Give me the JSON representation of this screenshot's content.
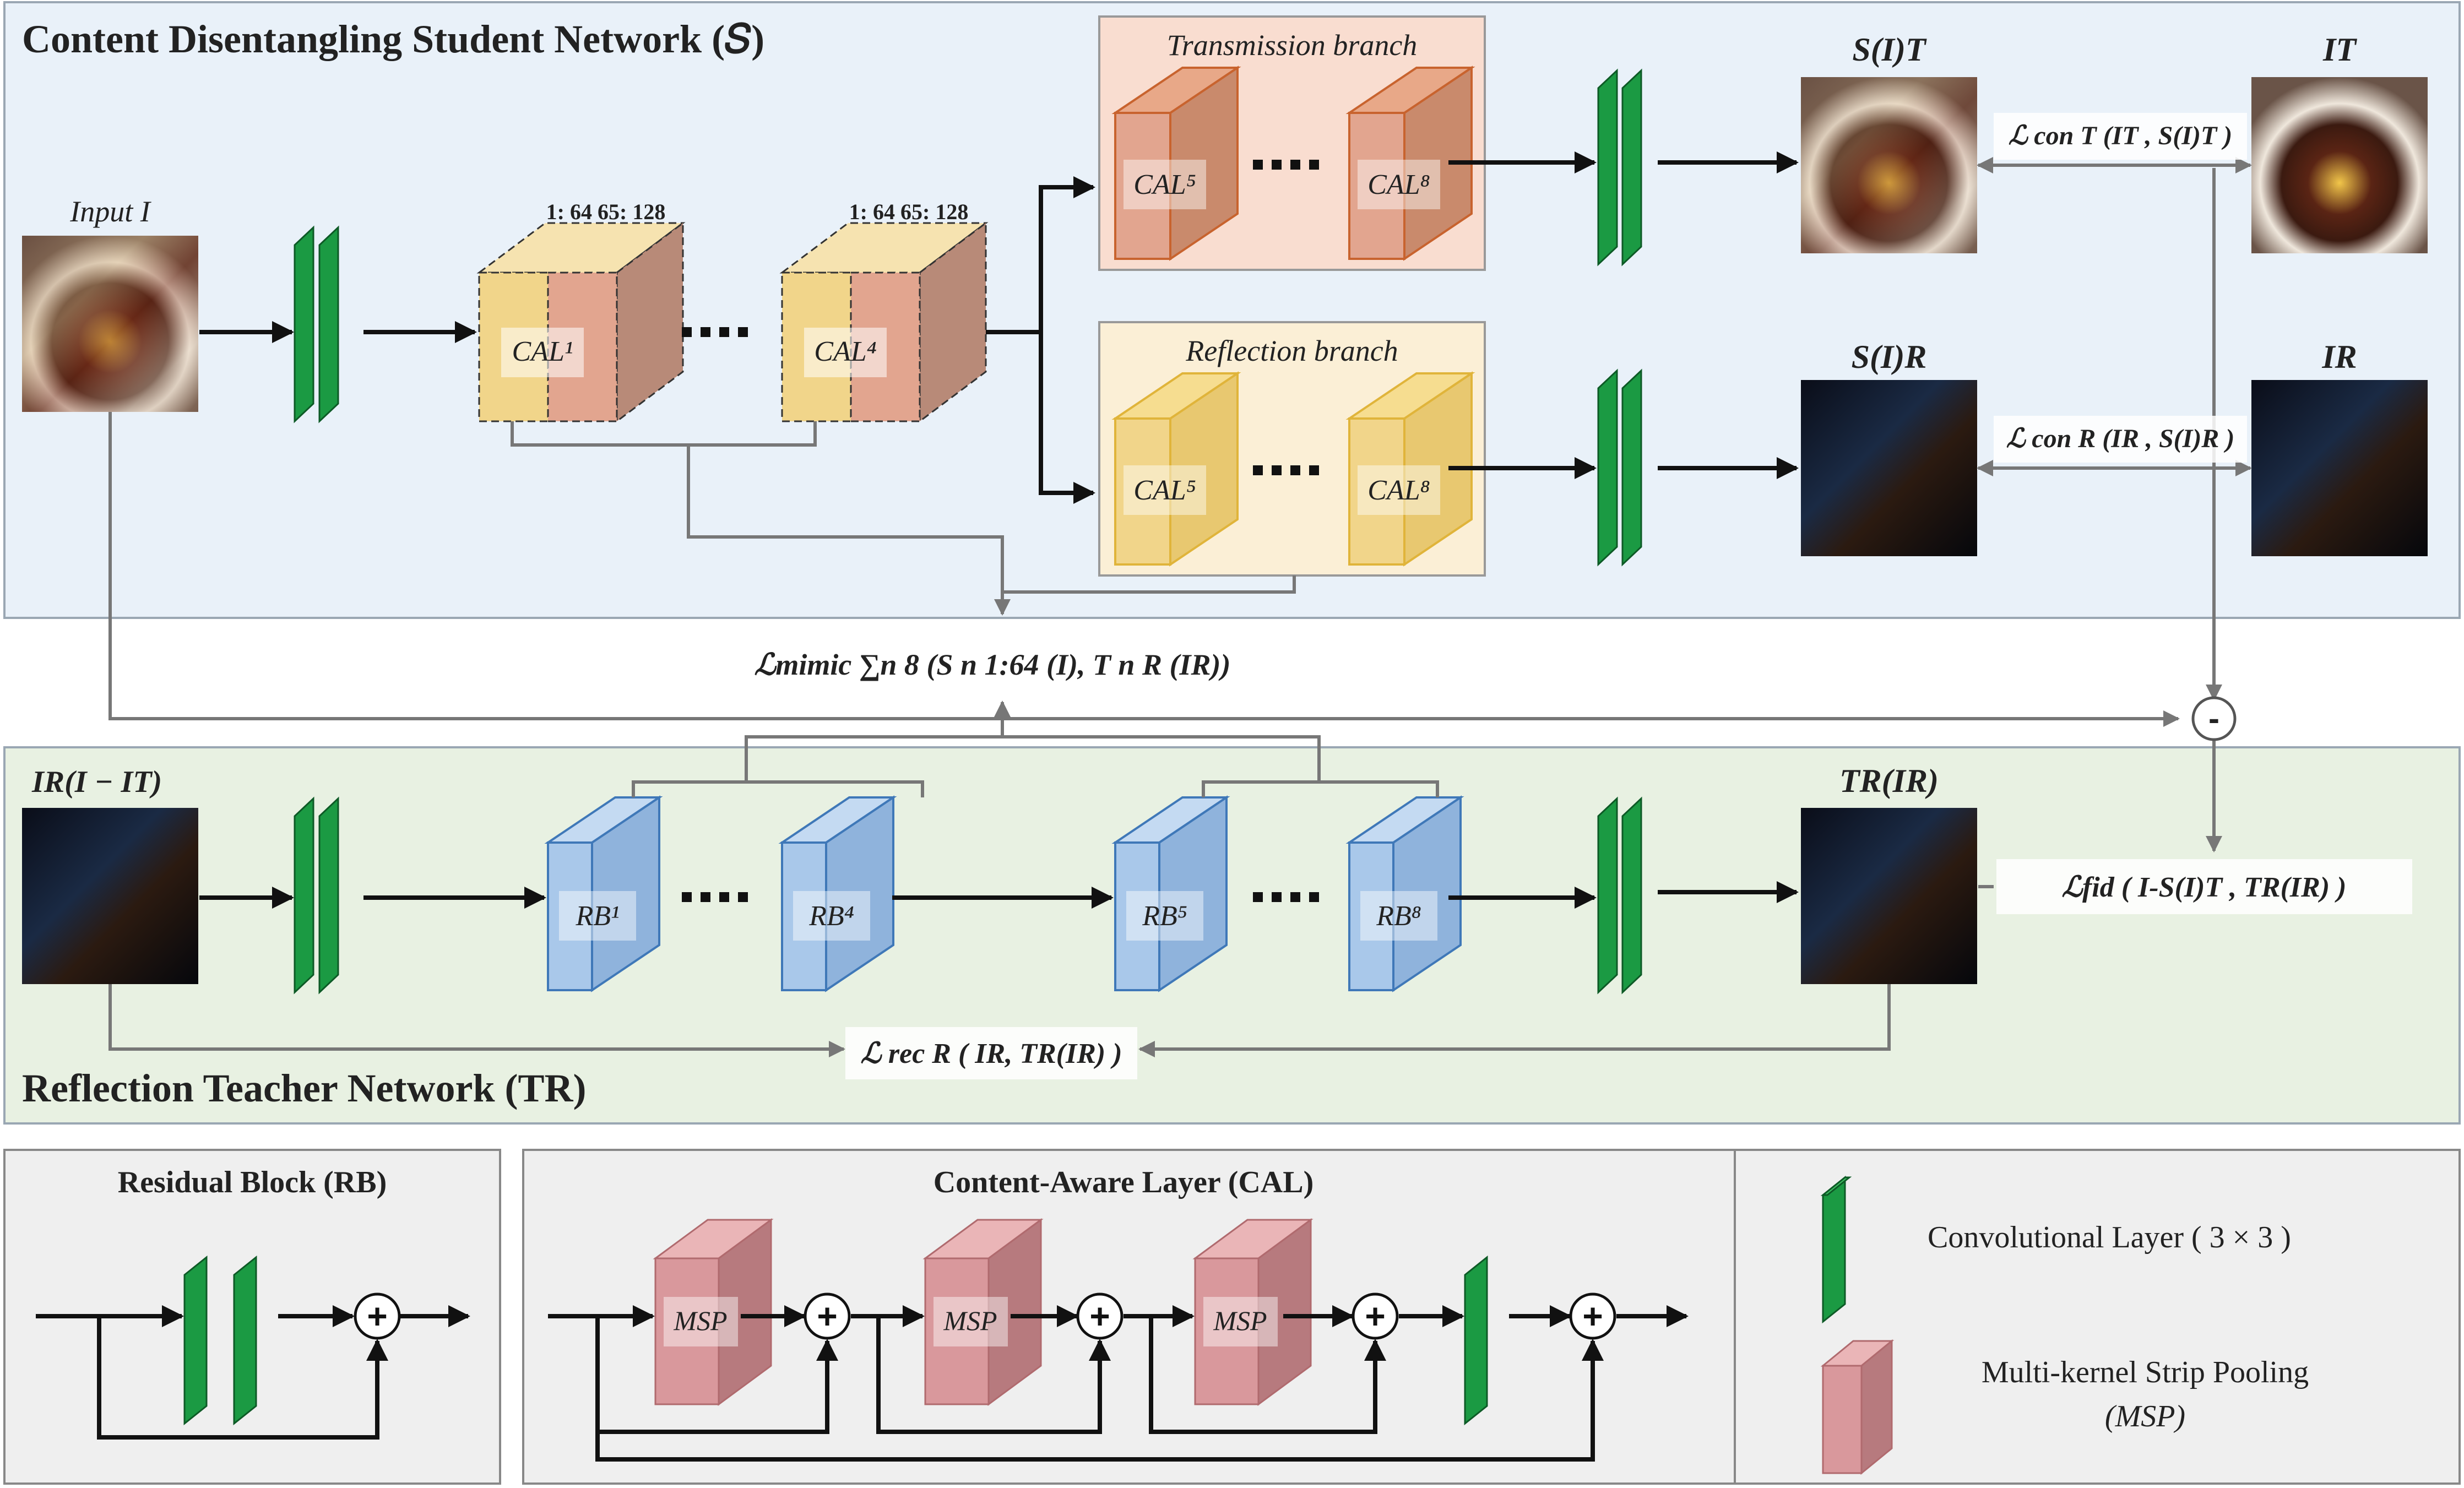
{
  "student": {
    "title": "Content Disentangling Student Network (𝑆)",
    "input_label": "Input I",
    "channel_split_1": "1: 64   65: 128",
    "channel_split_2": "1: 64   65: 128",
    "cal_first": "CAL¹",
    "cal_fourth": "CAL⁴",
    "transmission_branch": "Transmission branch",
    "reflection_branch": "Reflection branch",
    "cal_fifth": "CAL⁵",
    "cal_eighth": "CAL⁸",
    "output_t_label": "S(I)T",
    "output_r_label": "S(I)R",
    "gt_t_label": "IT",
    "gt_r_label": "IR",
    "loss_con_t": "ℒ con T (IT , S(I)T )",
    "loss_con_r": "ℒ con R (IR , S(I)R )"
  },
  "mimic_loss": "ℒmimic ∑n 8 (S n 1:64 (I), T n R (IR))",
  "minus_symbol": "-",
  "teacher": {
    "title": "Reflection Teacher Network (TR)",
    "input_label": "IR(I − IT)",
    "rb_first": "RB¹",
    "rb_fourth": "RB⁴",
    "rb_fifth": "RB⁵",
    "rb_eighth": "RB⁸",
    "output_label": "TR(IR)",
    "loss_fid": "ℒfid ( I-S(I)T , TR(IR) )",
    "loss_rec": "ℒ rec R ( IR, TR(IR) )"
  },
  "legend": {
    "rb_title": "Residual Block (RB)",
    "cal_title": "Content-Aware Layer (CAL)",
    "msp": "MSP",
    "conv_label": "Convolutional Layer ( 3 × 3 )",
    "msp_label_1": "Multi-kernel Strip Pooling",
    "msp_label_2": "(MSP)",
    "plus": "+"
  },
  "colors": {
    "student_bg": "#e9f1f9",
    "teacher_bg": "#e8f1e2",
    "legend_bg": "#efefef",
    "conv_green": "#1b9a43",
    "cal_yellow": "#f1d58a",
    "cal_pink": "#e2a58f",
    "trans_branch_bg": "#f9ddd0",
    "refl_branch_bg": "#fbefd6",
    "rb_blue": "#a9c8ea",
    "msp_pink": "#d9989c"
  }
}
